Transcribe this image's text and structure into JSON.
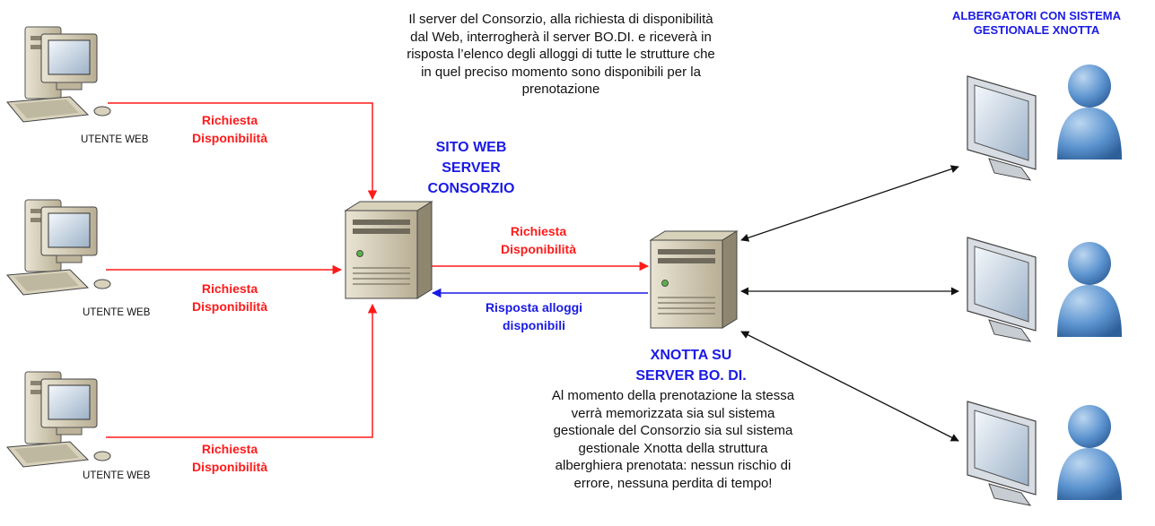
{
  "top_description": [
    "Il server del Consorzio, alla richiesta di disponibilità",
    "dal Web, interrogherà il server BO.DI. e riceverà in",
    "risposta l’elenco degli alloggi di tutte le strutture che",
    "in quel preciso momento sono disponibili per la",
    "prenotazione"
  ],
  "hotels_title": [
    "ALBERGATORI CON SISTEMA",
    "GESTIONALE XNOTTA"
  ],
  "web_users": [
    {
      "label": "UTENTE WEB",
      "request": [
        "Richiesta",
        "Disponibilità"
      ]
    },
    {
      "label": "UTENTE WEB",
      "request": [
        "Richiesta",
        "Disponibilità"
      ]
    },
    {
      "label": "UTENTE WEB",
      "request": [
        "Richiesta",
        "Disponibilità"
      ]
    }
  ],
  "consortium_server": {
    "title": [
      "SITO WEB",
      "SERVER",
      "CONSORZIO"
    ]
  },
  "server_request": [
    "Richiesta",
    "Disponibilità"
  ],
  "server_response": [
    "Risposta alloggi",
    "disponibili"
  ],
  "bodi_server": {
    "title": [
      "XNOTTA SU",
      "SERVER BO. DI."
    ]
  },
  "bottom_description": [
    "Al momento della prenotazione la stessa",
    "verrà memorizzata sia sul sistema",
    "gestionale del Consorzio sia sul sistema",
    "gestionale Xnotta della struttura",
    "alberghiera prenotata: nessun rischio di",
    "errore, nessuna perdita di tempo!"
  ],
  "colors": {
    "request": "#ff1a1a",
    "response": "#1a1ae6",
    "link": "#111111",
    "person": "#4d88cc"
  }
}
